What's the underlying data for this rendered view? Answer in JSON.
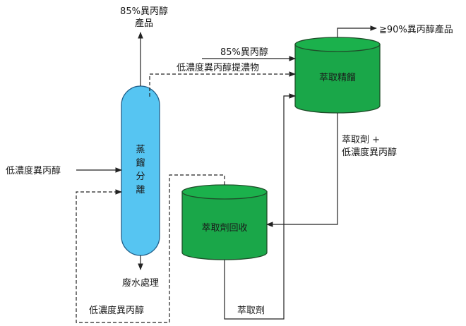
{
  "colors": {
    "column_fill": "#56c5f2",
    "column_stroke": "#1f5f8a",
    "tank_fill": "#1aa749",
    "tank_top": "#1bb14c",
    "tank_stroke": "#1f4e2a"
  },
  "nodes": {
    "distillation_column": {
      "label_chars": [
        "蒸",
        "餾",
        "分",
        "離"
      ]
    },
    "extractive_distillation": {
      "label": "萃取精餾"
    },
    "solvent_recovery": {
      "label": "萃取劑回收"
    }
  },
  "streams": {
    "feed": "低濃度異丙醇",
    "top_product_line1": "85%異丙醇",
    "top_product_line2": "產品",
    "to_extractive_85": "85%異丙醇",
    "low_conc_extract": "低濃度異丙醇提濃物",
    "final_product": "≧90%異丙醇產品",
    "extractive_bottoms_line1": "萃取劑 +",
    "extractive_bottoms_line2": "低濃度異丙醇",
    "wastewater": "廢水處理",
    "recycle_low_conc": "低濃度異丙醇",
    "solvent_return": "萃取劑"
  }
}
